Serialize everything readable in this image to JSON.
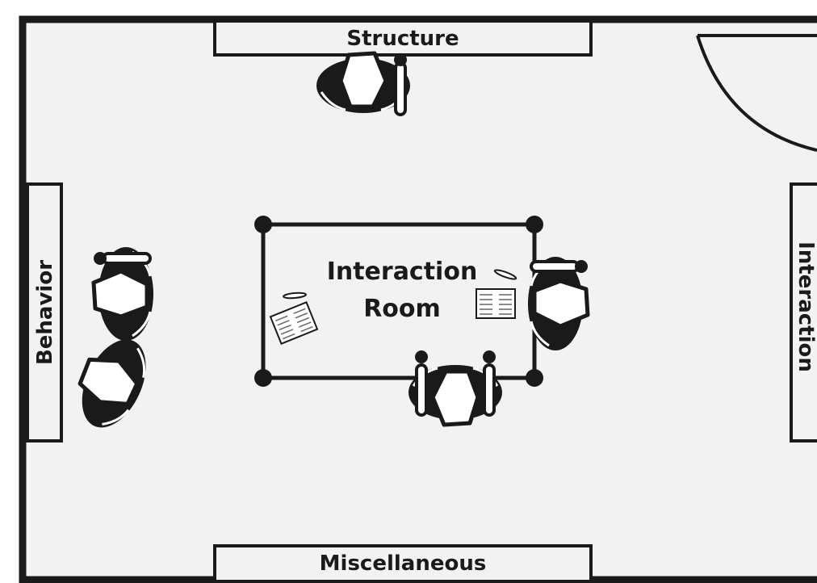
{
  "walls": {
    "top": "Structure",
    "left": "Behavior",
    "right": "Interaction",
    "bottom": "Miscellaneous"
  },
  "center": {
    "line1": "Interaction",
    "line2": "Room"
  },
  "colors": {
    "floor": "#f2f2f2",
    "ink": "#1a1a1a",
    "paper": "#ffffff"
  },
  "icons": {
    "person": "person-top-view-icon",
    "document": "document-icon",
    "pen": "pen-icon",
    "door": "door-swing-icon"
  }
}
